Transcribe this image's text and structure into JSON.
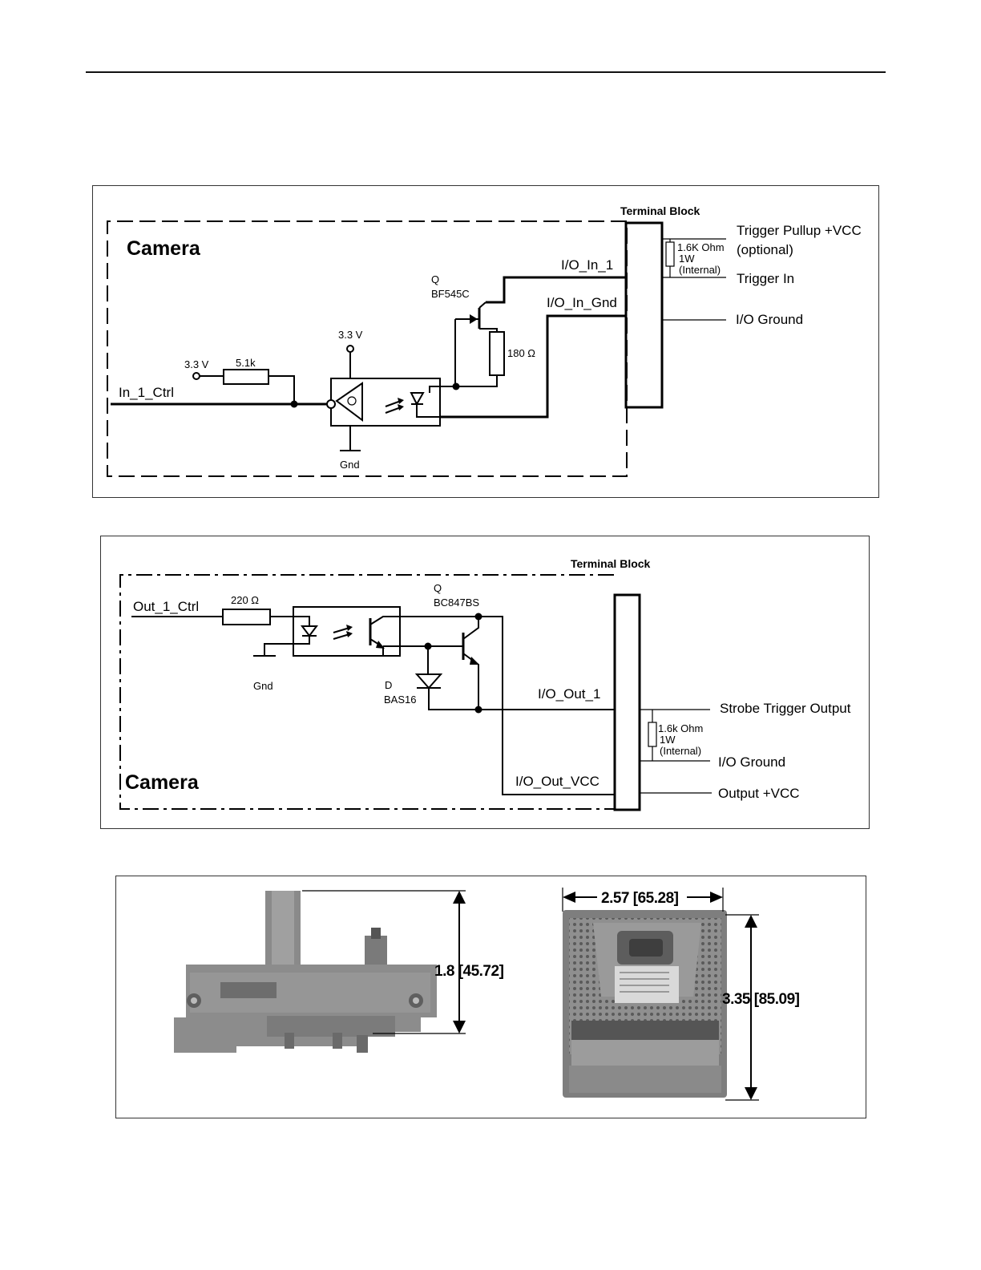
{
  "input_circuit": {
    "terminal_block_label": "Terminal Block",
    "camera_label": "Camera",
    "trigger_pullup_label": "Trigger Pullup +VCC",
    "optional_label": "(optional)",
    "resistor_ohm_label": "1.6K Ohm",
    "resistor_watt_label": "1W",
    "internal_label": "(Internal)",
    "trigger_in_label": "Trigger In",
    "io_ground_label": "I/O Ground",
    "io_in_1_label": "I/O_In_1",
    "io_in_gnd_label": "I/O_In_Gnd",
    "transistor_q_label": "Q",
    "transistor_part_label": "BF545C",
    "resistor_180_label": "180 Ω",
    "vcc_33_top_label": "3.3 V",
    "vcc_33_left_label": "3.3 V",
    "resistor_51k_label": "5.1k",
    "in_1_ctrl_label": "In_1_Ctrl",
    "gnd_label": "Gnd"
  },
  "output_circuit": {
    "terminal_block_label": "Terminal Block",
    "out_1_ctrl_label": "Out_1_Ctrl",
    "resistor_220_label": "220 Ω",
    "transistor_q_label": "Q",
    "transistor_part_label": "BC847BS",
    "gnd_label": "Gnd",
    "diode_d_label": "D",
    "diode_part_label": "BAS16",
    "io_out_1_label": "I/O_Out_1",
    "strobe_label": "Strobe Trigger Output",
    "resistor_ohm_label": "1.6k Ohm",
    "resistor_watt_label": "1W",
    "internal_label": "(Internal)",
    "io_ground_label": "I/O Ground",
    "camera_label": "Camera",
    "io_out_vcc_label": "I/O_Out_VCC",
    "output_vcc_label": "Output +VCC"
  },
  "dimensions": {
    "height_label": "1.8 [45.72]",
    "width_label": "2.57 [65.28]",
    "depth_label": "3.35 [85.09]"
  }
}
